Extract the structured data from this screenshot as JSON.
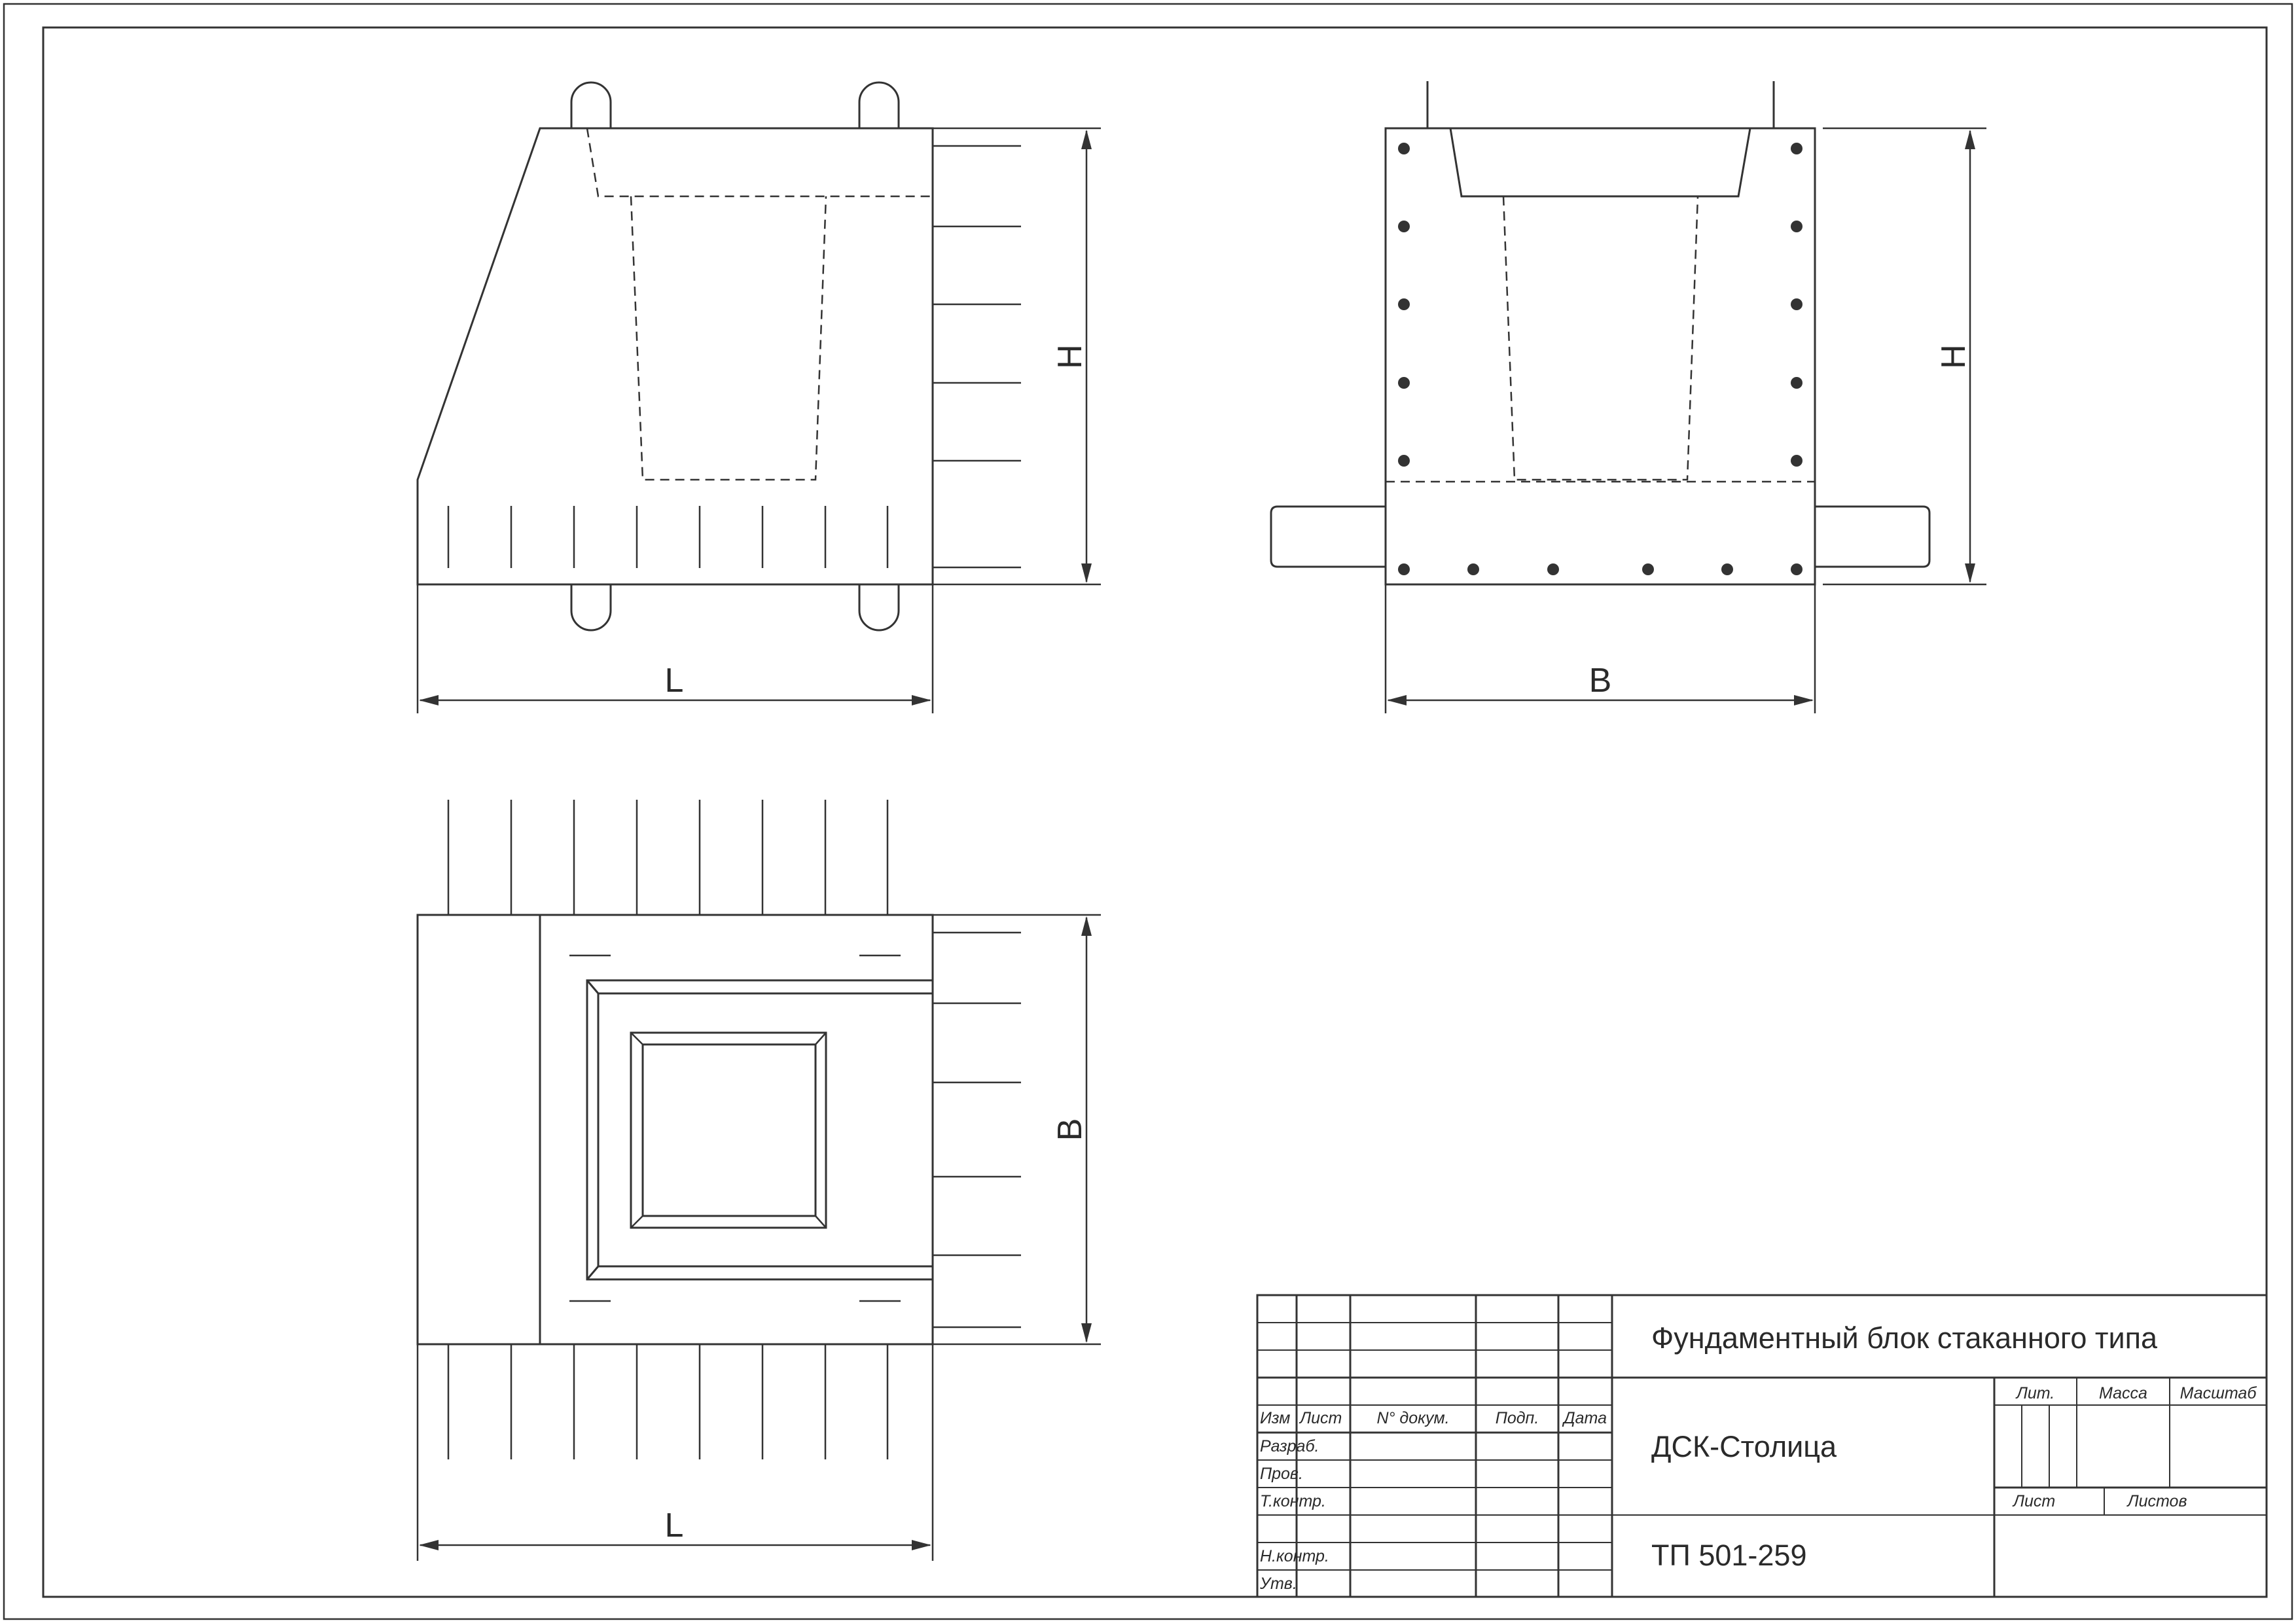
{
  "views": {
    "front": {
      "dim_width": "L",
      "dim_height": "H"
    },
    "side": {
      "dim_width": "B",
      "dim_height": "H"
    },
    "top": {
      "dim_width": "L",
      "dim_height": "B"
    }
  },
  "title_block": {
    "title": "Фундаментный блок стаканного типа",
    "organization": "ДСК-Столица",
    "doc_code": "ТП 501-259",
    "header_cols": {
      "izm": "Изм",
      "list": "Лист",
      "doc_no": "N° докум.",
      "sign": "Подп.",
      "date": "Дата"
    },
    "rows": {
      "razrab": "Разраб.",
      "prov": "Пров.",
      "tkontr": "Т.контр.",
      "nkontr": "Н.контр.",
      "utv": "Утв."
    },
    "lit": "Лит.",
    "massa": "Масса",
    "masshtab": "Масштаб",
    "sheet": "Лист",
    "sheets": "Листов"
  },
  "colors": {
    "line": "#333333",
    "text": "#2a2a2a",
    "background": "#ffffff"
  }
}
